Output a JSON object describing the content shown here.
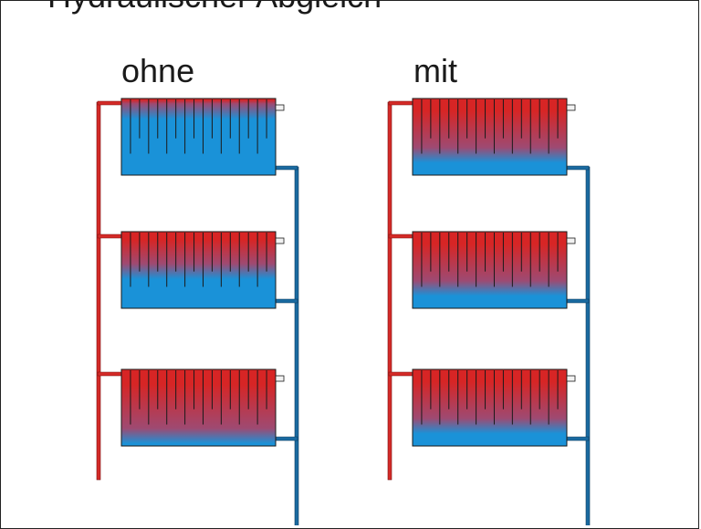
{
  "title": "Hydraulischer Abgleich",
  "panels": [
    {
      "label": "ohne",
      "radiators": [
        {
          "heated_fraction": 0.15
        },
        {
          "heated_fraction": 0.5
        },
        {
          "heated_fraction": 0.85
        }
      ]
    },
    {
      "label": "mit",
      "radiators": [
        {
          "heated_fraction": 0.72
        },
        {
          "heated_fraction": 0.72
        },
        {
          "heated_fraction": 0.72
        }
      ]
    }
  ],
  "colors": {
    "supply": "#d42a27",
    "return": "#1a6aa0",
    "hot": "#d72525",
    "cold": "#1a92d8",
    "outline": "#1a1a1a"
  }
}
